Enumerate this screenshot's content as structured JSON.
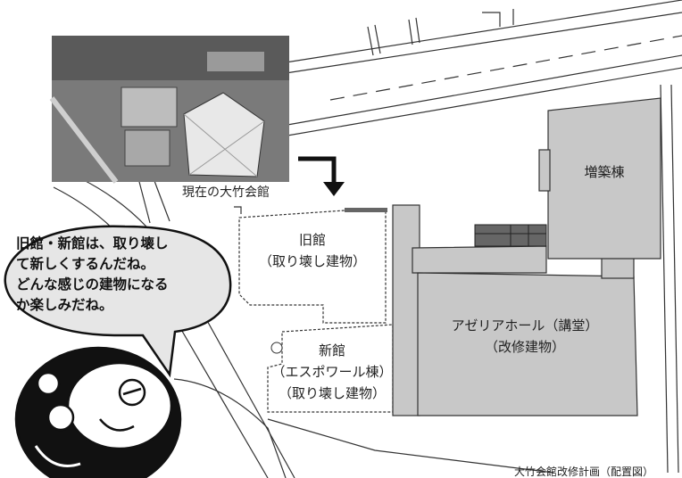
{
  "labels": {
    "photo_caption": "現在の大竹会館",
    "extension": "増築棟",
    "old_hall_line1": "旧館",
    "old_hall_line2": "（取り壊し建物）",
    "new_hall_line1": "新館",
    "new_hall_line2": "（エスポワール棟）",
    "new_hall_line3": "（取り壊し建物）",
    "azalea_line1": "アゼリアホール（講堂）",
    "azalea_line2": "（改修建物）",
    "plan_caption": "大竹会館改修計画（配置図）"
  },
  "speech": {
    "line1": "旧館・新館は、取り壊し",
    "line2": "て新しくするんだね。",
    "line3": "どんな感じの建物になる",
    "line4": "か楽しみだね。"
  },
  "colors": {
    "building_fill": "#c8c8c8",
    "line": "#333333",
    "bubble_fill": "#e6e6e6"
  }
}
